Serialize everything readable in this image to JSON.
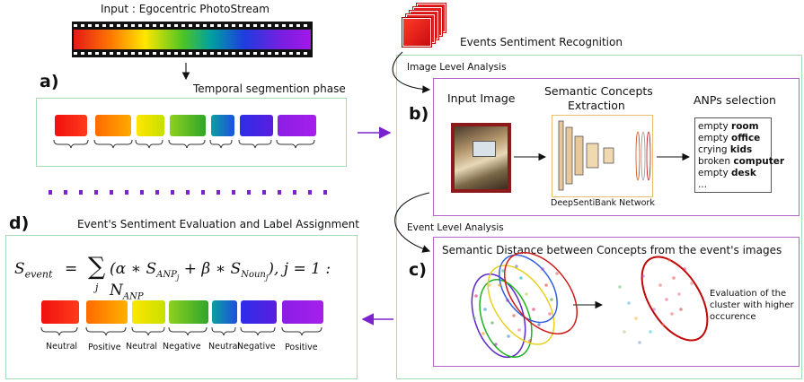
{
  "input_label": "Input : Egocentric PhotoStream",
  "label_a": "a)",
  "label_b": "b)",
  "label_c": "c)",
  "label_d": "d)",
  "temporal_phase": "Temporal segmention phase",
  "events_title": "Events Sentiment Recognition",
  "image_level": "Image Level Analysis",
  "input_image": "Input Image",
  "semantic_concepts_1": "Semantic Concepts",
  "semantic_concepts_2": "Extraction",
  "anps_selection": "ANPs selection",
  "anps": [
    {
      "adj": "empty ",
      "noun": "room"
    },
    {
      "adj": "empty ",
      "noun": "office"
    },
    {
      "adj": "crying ",
      "noun": "kids"
    },
    {
      "adj": "broken ",
      "noun": "computer"
    },
    {
      "adj": "empty ",
      "noun": "desk"
    },
    {
      "adj": "...",
      "noun": ""
    }
  ],
  "network_label": "DeepSentiBank Network",
  "event_level": "Event Level Analysis",
  "semantic_distance": "Semantic Distance between Concepts from the event's images",
  "evaluation_1": "Evaluation of the",
  "evaluation_2": "cluster with higher",
  "evaluation_3": "occurence",
  "sentiment_title": "Event's Sentiment Evaluation and Label Assignment",
  "formula": {
    "lhs": "S",
    "lhs_sub": "event",
    "eq": " = ",
    "sum_sub": "j",
    "body": "(α ∗ S",
    "anp_sub": "ANP",
    "anp_subsub": "j",
    "plus": " + β ∗ S",
    "noun_sub": "Noun",
    "noun_subsub": "j",
    "tail": "), j = 1 : N",
    "n_sub": "ANP"
  },
  "labels": [
    "Neutral",
    "Positive",
    "Neutral",
    "Negative",
    "Neutral",
    "Negative",
    "Positive"
  ],
  "colors": {
    "panel_green": "#a8dcb4",
    "panel_purple": "#b066c8",
    "arrow_purple": "#7a22cc",
    "dots_purple": "#7a22cc"
  }
}
